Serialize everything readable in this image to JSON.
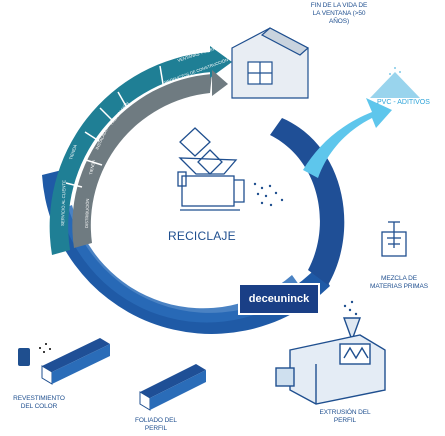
{
  "center": {
    "title": "RECICLAJE"
  },
  "brand": {
    "name": "deceuninck"
  },
  "stages": {
    "end_of_life": "FIN DE LA VIDA DE LA VENTANA (>50 AÑOS)",
    "pvc_additives": "PVC - ADITIVOS",
    "mixing": "MEZCLA DE MATERIAS PRIMAS",
    "extrusion": "EXTRUSIÓN DEL PERFIL",
    "foiling": "FOLIADO DEL PERFIL",
    "coating": "REVESTIMIENTO DEL COLOR"
  },
  "ring_segments": {
    "outer": [
      "VENTANAS Y PUERTAS",
      "INSTALADOR",
      "TIENDA",
      "SERVICIO AL CLIENTE"
    ],
    "inner": [
      "PRODUCTOS DE CONSTRUCCIÓN",
      "FABRICACIÓN",
      "INSTALADOR",
      "TIENDA",
      "DISTRIBUCIÓN"
    ]
  },
  "colors": {
    "teal": "#1f7f95",
    "grey": "#6f7b81",
    "blue": "#1f4f96",
    "dark_blue": "#1a3f86",
    "cyan": "#5ec6ec"
  }
}
